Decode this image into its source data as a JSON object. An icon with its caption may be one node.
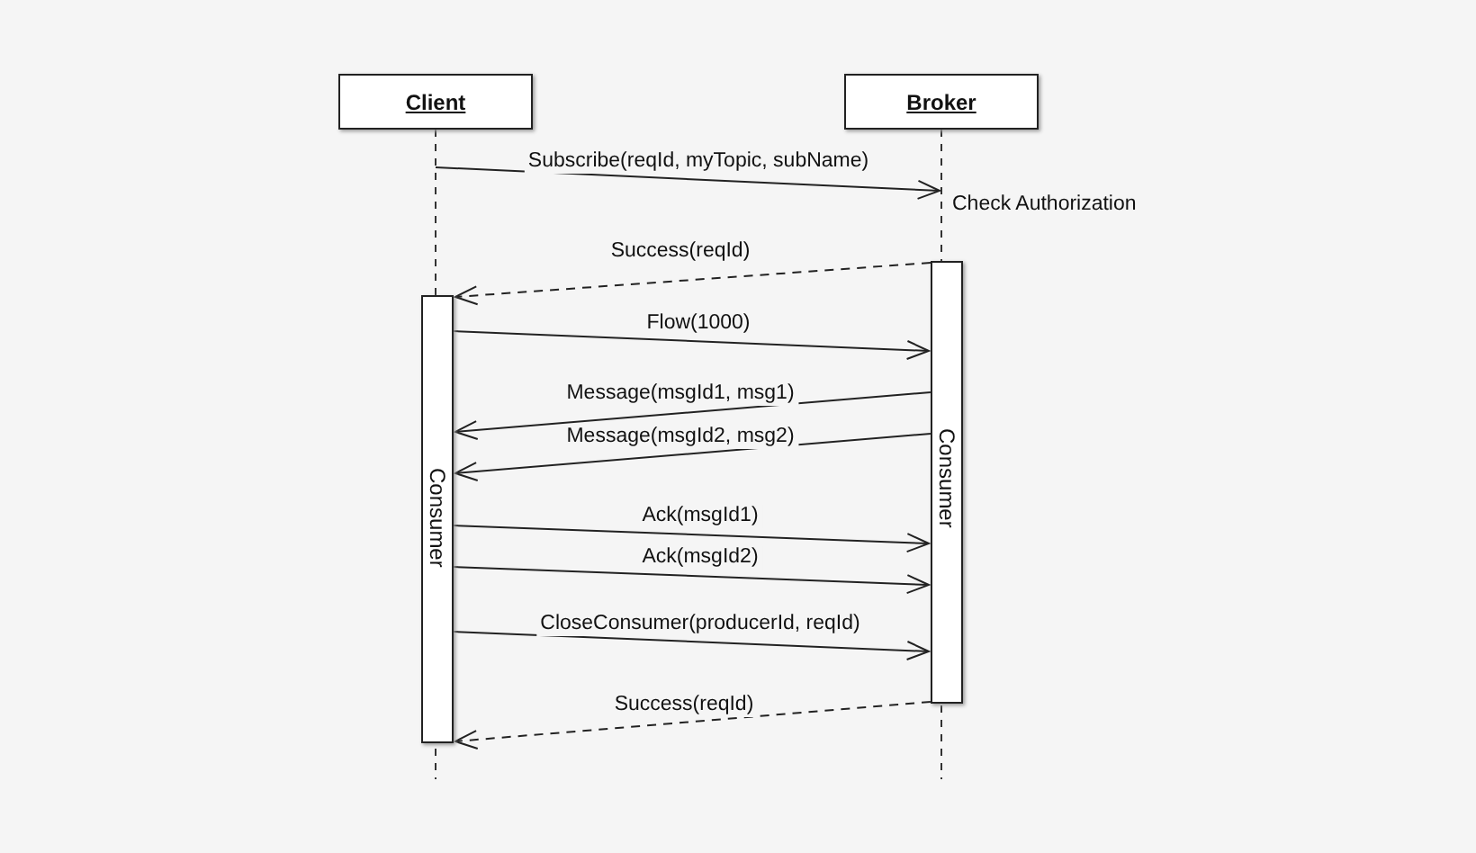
{
  "diagram": {
    "nodes": [
      {
        "text": [
          "Client"
        ]
      },
      {
        "text": [
          "Broker"
        ]
      },
      {
        "text": [
          "Consumer"
        ]
      },
      {
        "text": [
          "Consumer"
        ]
      }
    ],
    "edges": [
      {
        "from": 0,
        "to": 1,
        "arrow": "to",
        "label": "Subscribe(reqId, myTopic, subName)"
      },
      {
        "from": 3,
        "to": 2,
        "arrow": "to",
        "label": "Success(reqId)",
        "style": "dashed"
      },
      {
        "from": 2,
        "to": 3,
        "arrow": "to",
        "label": "Flow(1000)"
      },
      {
        "from": 3,
        "to": 2,
        "arrow": "to",
        "label": "Message(msgId1, msg1)"
      },
      {
        "from": 3,
        "to": 2,
        "arrow": "to",
        "label": "Message(msgId2, msg2)"
      },
      {
        "from": 2,
        "to": 3,
        "arrow": "to",
        "label": "Ack(msgId1)"
      },
      {
        "from": 2,
        "to": 3,
        "arrow": "to",
        "label": "Ack(msgId2)"
      },
      {
        "from": 2,
        "to": 3,
        "arrow": "to",
        "label": "CloseConsumer(producerId, reqId)"
      },
      {
        "from": 3,
        "to": 2,
        "arrow": "to",
        "label": "Success(reqId)",
        "style": "dashed"
      }
    ],
    "labels": [
      "Check Authorization"
    ]
  }
}
